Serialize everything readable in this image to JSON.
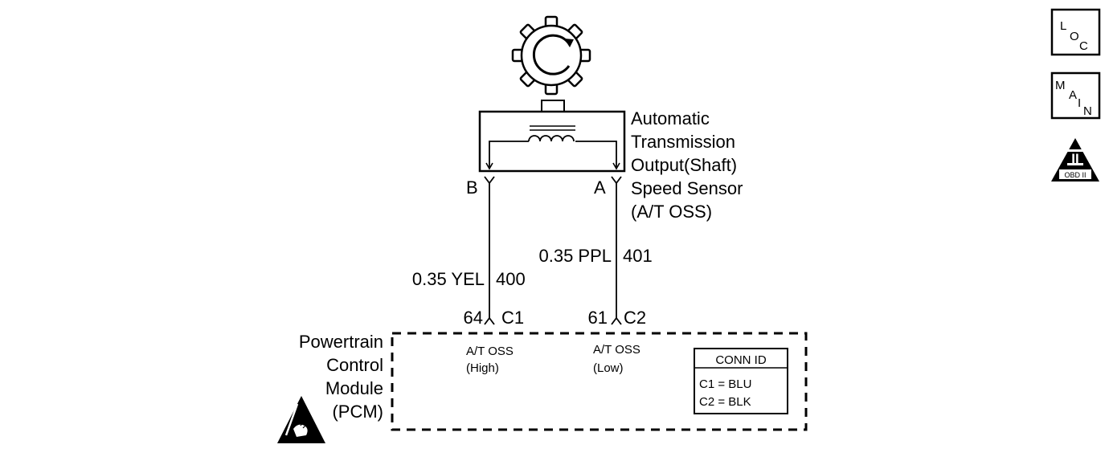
{
  "sensor": {
    "name_lines": [
      "Automatic",
      "Transmission",
      "Output(Shaft)",
      "Speed Sensor",
      "(A/T OSS)"
    ]
  },
  "terminals": {
    "b": "B",
    "a": "A"
  },
  "wires": {
    "left": {
      "gauge_color": "0.35 YEL",
      "circuit": "400",
      "pin": "64",
      "connector": "C1"
    },
    "right": {
      "gauge_color": "0.35 PPL",
      "circuit": "401",
      "pin": "61",
      "connector": "C2"
    }
  },
  "pcm": {
    "name_lines": [
      "Powertrain",
      "Control",
      "Module",
      "(PCM)"
    ],
    "inputs": {
      "high": [
        "A/T OSS",
        "(High)"
      ],
      "low": [
        "A/T OSS",
        "(Low)"
      ]
    }
  },
  "conn_id": {
    "title": "CONN ID",
    "rows": [
      "C1 = BLU",
      "C2 = BLK"
    ]
  },
  "nav": {
    "loc": [
      "L",
      "O",
      "C"
    ],
    "main": [
      "M",
      "A",
      "I",
      "N"
    ],
    "obd": {
      "roman": "II",
      "label": "OBD II"
    }
  }
}
